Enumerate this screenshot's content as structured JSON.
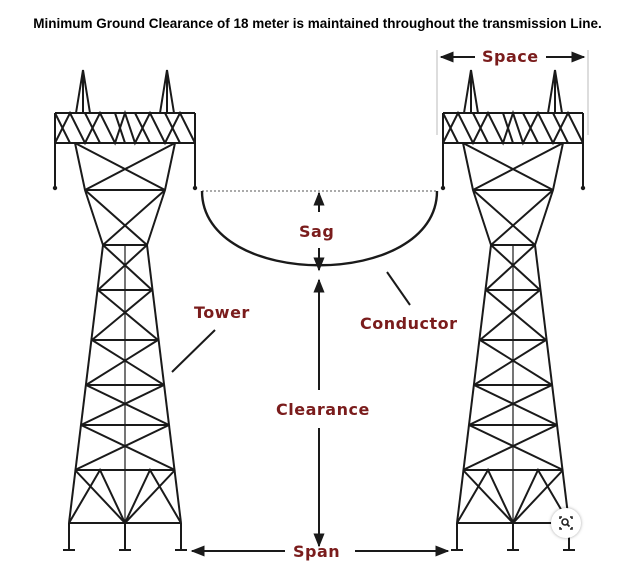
{
  "title": "Minimum Ground Clearance of 18 meter is maintained throughout the transmission Line.",
  "labels": {
    "space": "Space",
    "sag": "Sag",
    "tower": "Tower",
    "conductor": "Conductor",
    "clearance": "Clearance",
    "span": "Span"
  },
  "colors": {
    "label": "#7a1c1c",
    "line": "#1a1a1a"
  },
  "icons": {
    "zoom": "zoom-search-icon"
  }
}
